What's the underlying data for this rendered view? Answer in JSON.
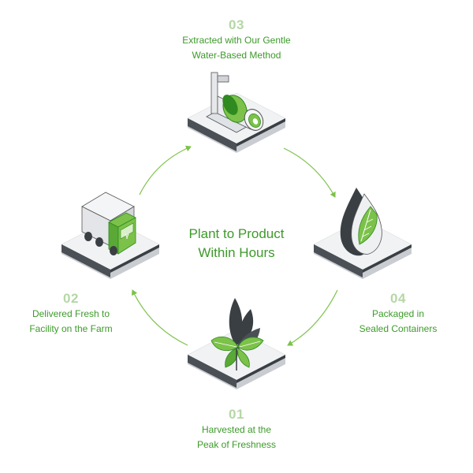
{
  "center": {
    "line1": "Plant to Product",
    "line2": "Within Hours"
  },
  "steps": {
    "s03": {
      "number": "03",
      "line1": "Extracted with Our Gentle",
      "line2": "Water-Based Method",
      "icon": "extractor-machine-icon"
    },
    "s02": {
      "number": "02",
      "line1": "Delivered Fresh to",
      "line2": "Facility on the Farm",
      "icon": "delivery-truck-icon"
    },
    "s04": {
      "number": "04",
      "line1": "Packaged in",
      "line2": "Sealed Containers",
      "icon": "leaf-drop-icon"
    },
    "s01": {
      "number": "01",
      "line1": "Harvested at the",
      "line2": "Peak of Freshness",
      "icon": "plant-leaves-icon"
    }
  },
  "colors": {
    "accent": "#3d9a2a",
    "number": "#b5d7a6",
    "green_light": "#7cc24a",
    "green_dark": "#2f8a1f",
    "platform_top": "#f1f2f4",
    "platform_side": "#c9ccd1",
    "platform_dark": "#3a3f44"
  }
}
